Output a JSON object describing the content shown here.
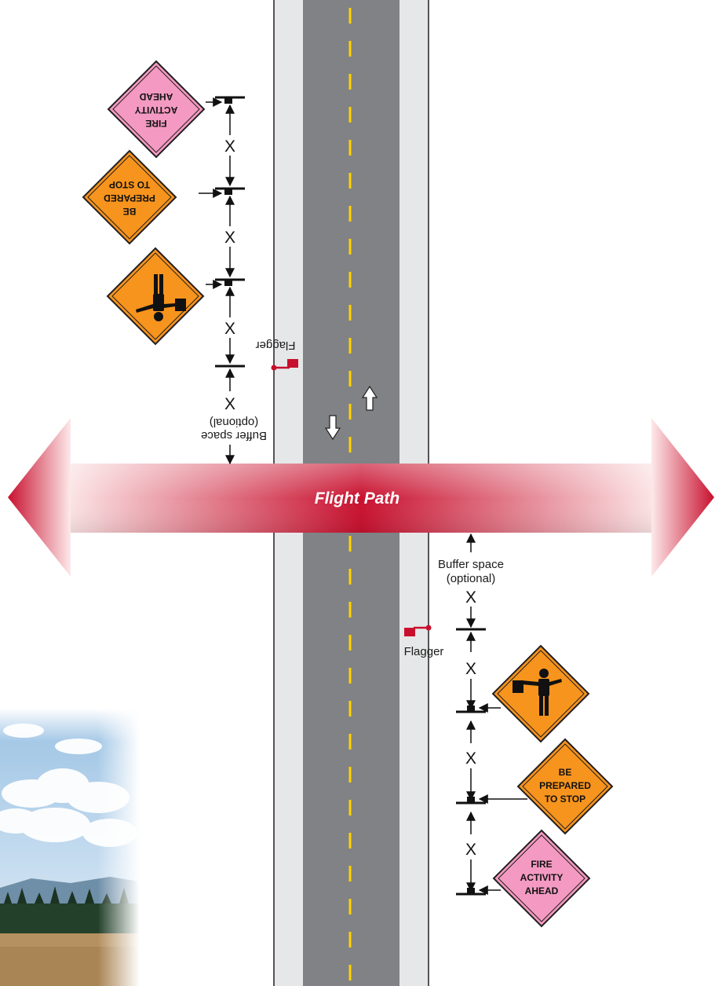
{
  "flight_path": {
    "label": "Flight Path"
  },
  "labels": {
    "flagger": "Flagger",
    "buffer_space": "Buffer space",
    "optional": "(optional)",
    "spacing": "X"
  },
  "signs": {
    "fire_activity": [
      "FIRE",
      "ACTIVITY",
      "AHEAD"
    ],
    "be_prepared": [
      "BE",
      "PREPARED",
      "TO STOP"
    ]
  },
  "colors": {
    "road": "#808285",
    "shoulder": "#e6e7e8",
    "center_line": "#ffd200",
    "flight_path": "#c8102e",
    "sign_orange": "#f7941d",
    "sign_pink": "#f49ac2",
    "flag_red": "#c8102e"
  },
  "icons": [
    "flagger-sign-icon",
    "flag-icon",
    "traffic-arrow-icon",
    "sign-post-icon"
  ]
}
